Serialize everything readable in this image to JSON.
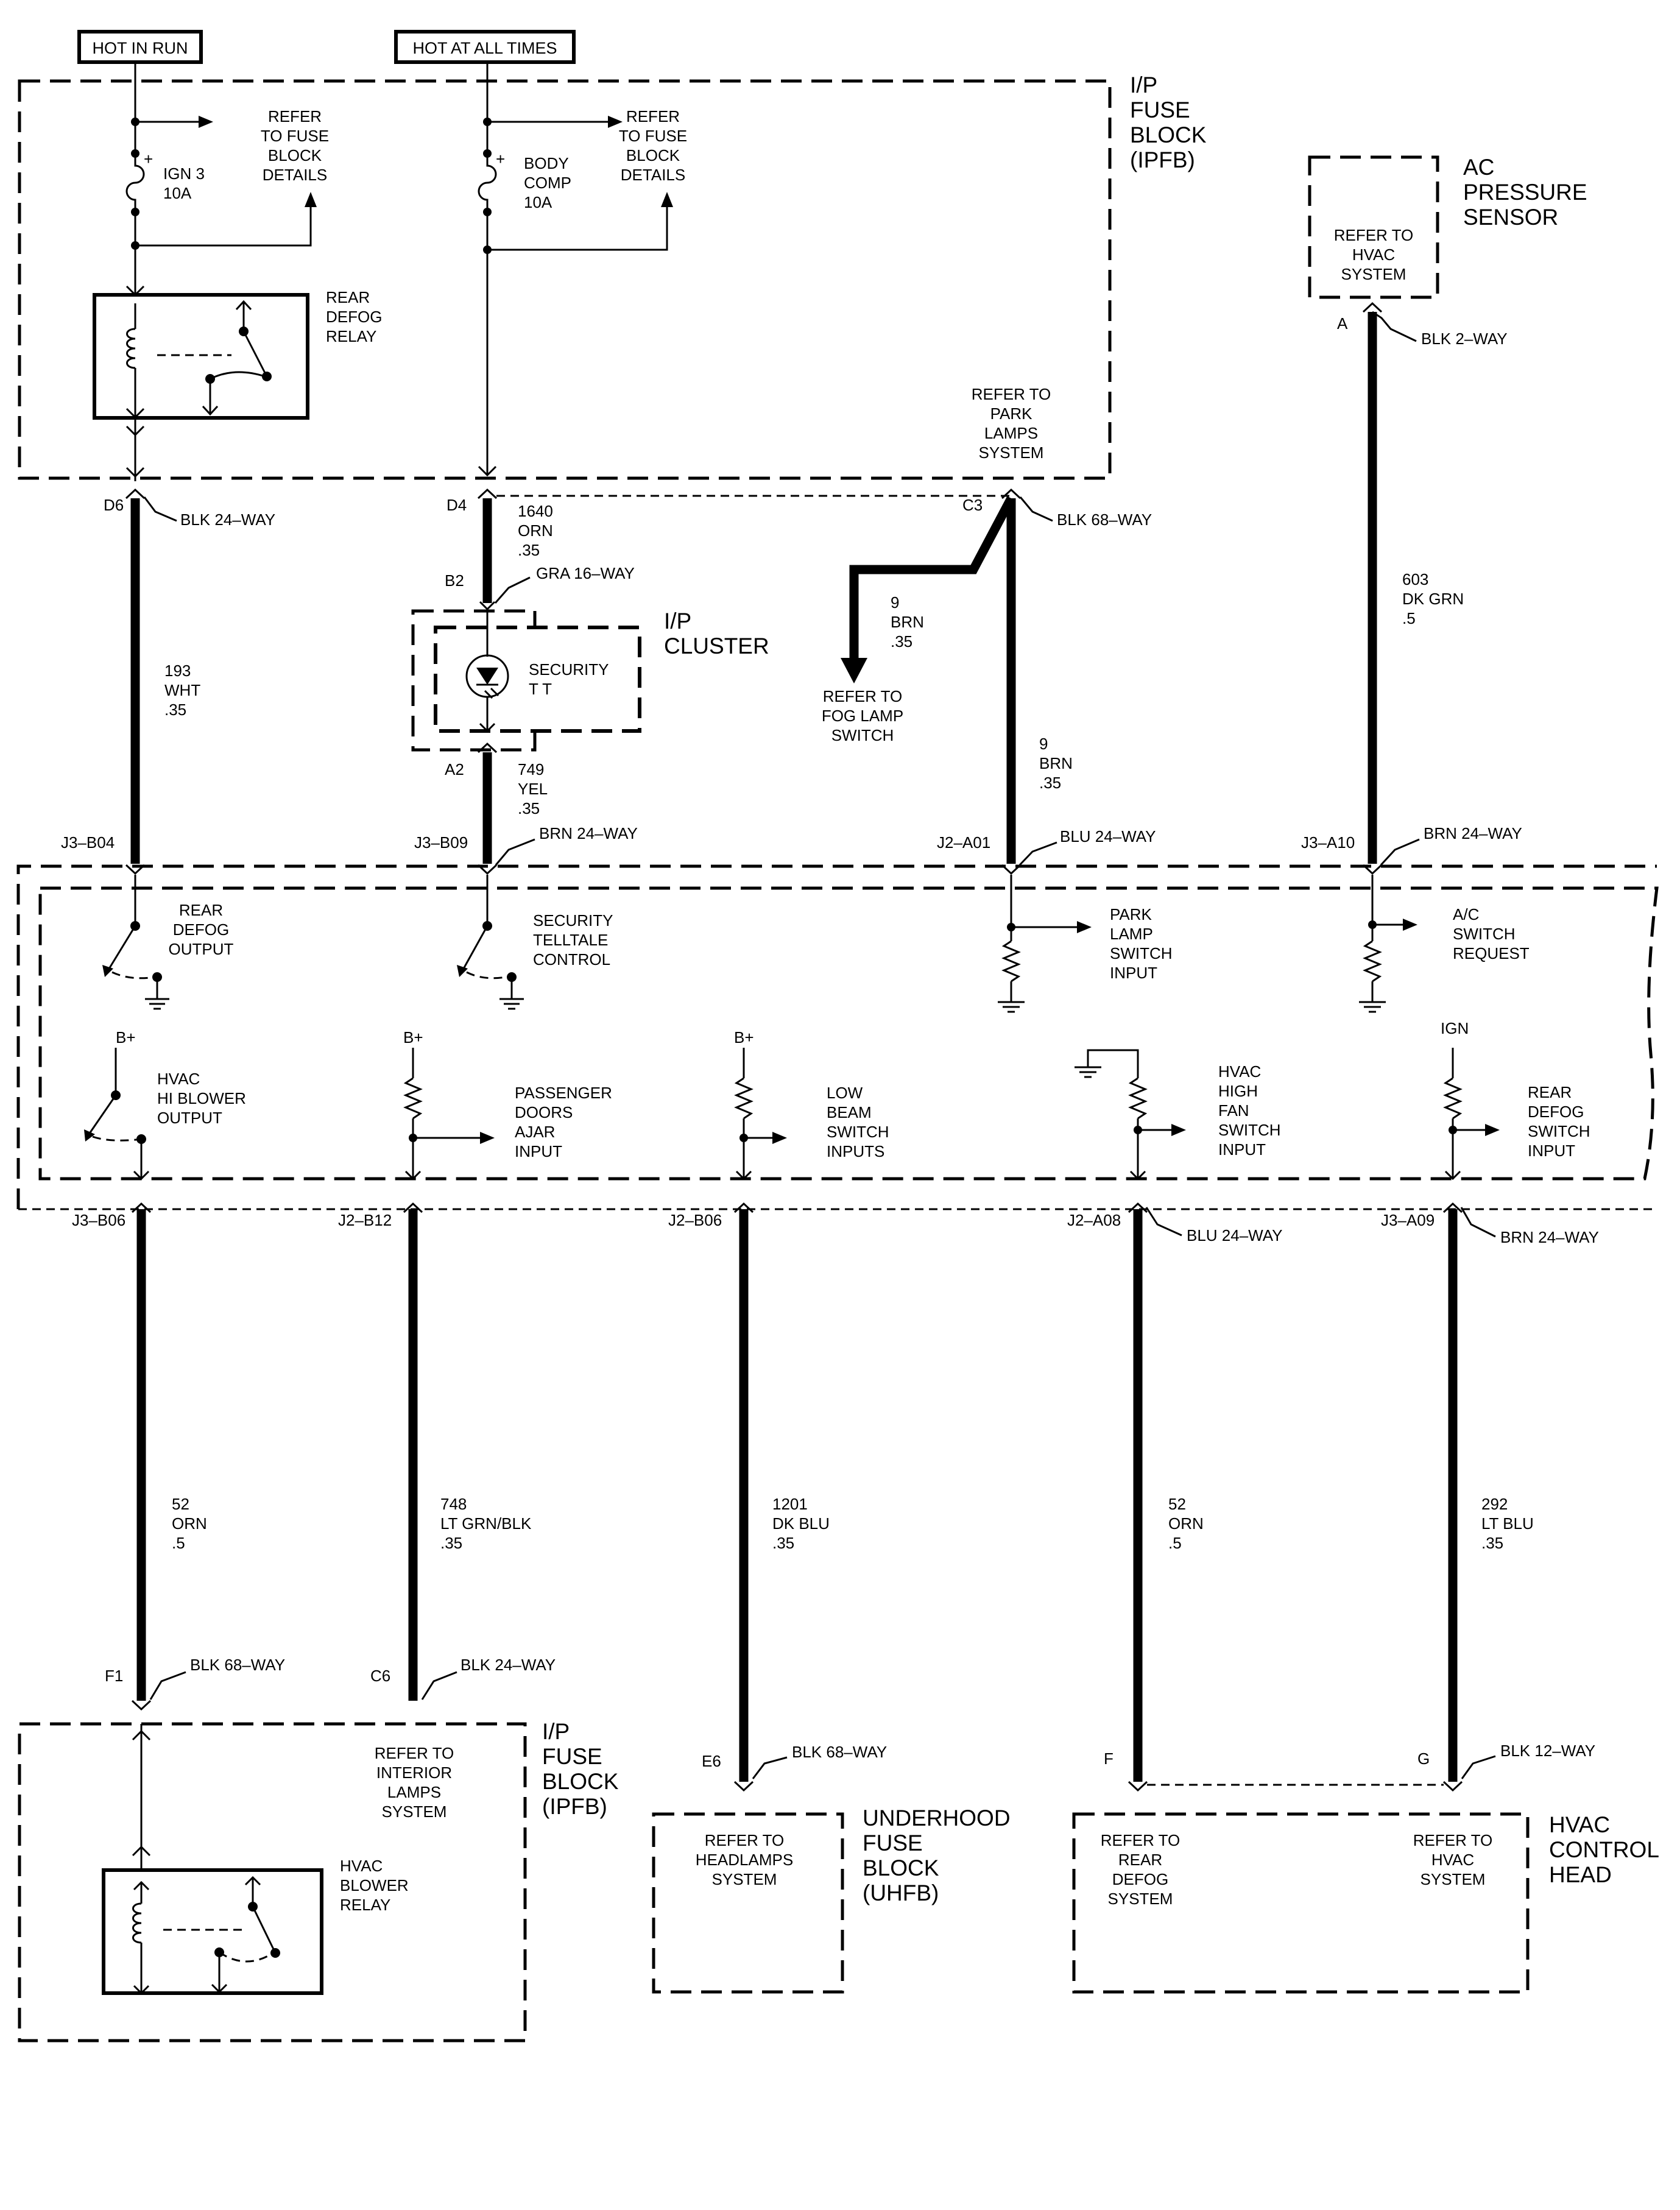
{
  "headers": {
    "hot_in_run": "HOT IN RUN",
    "hot_at_all_times": "HOT AT ALL TIMES"
  },
  "ipfb_top": {
    "title": [
      "I/P",
      "FUSE",
      "BLOCK",
      "(IPFB)"
    ],
    "fuse1": [
      "IGN 3",
      "10A"
    ],
    "fuse2": [
      "BODY",
      "COMP",
      "10A"
    ],
    "refer_fuse_details_1": [
      "REFER",
      "TO FUSE",
      "BLOCK",
      "DETAILS"
    ],
    "refer_fuse_details_2": [
      "REFER",
      "TO FUSE",
      "BLOCK",
      "DETAILS"
    ],
    "rear_defog_relay": [
      "REAR",
      "DEFOG",
      "RELAY"
    ],
    "refer_park_lamps": [
      "REFER TO",
      "PARK",
      "LAMPS",
      "SYSTEM"
    ]
  },
  "ac_pressure_sensor": {
    "title": [
      "AC",
      "PRESSURE",
      "SENSOR"
    ],
    "refer": [
      "REFER TO",
      "HVAC",
      "SYSTEM"
    ],
    "pin": "A",
    "connector": "BLK 2–WAY"
  },
  "connectors_top": {
    "d6": "D6",
    "d6_conn": "BLK 24–WAY",
    "d4": "D4",
    "c3": "C3",
    "c3_conn": "BLK 68–WAY",
    "b2": "B2",
    "b2_conn": "GRA 16–WAY",
    "a2": "A2"
  },
  "wires_top": {
    "w193": [
      "193",
      "WHT",
      ".35"
    ],
    "w1640": [
      "1640",
      "ORN",
      ".35"
    ],
    "w749": [
      "749",
      "YEL",
      ".35"
    ],
    "w9_fog": [
      "9",
      "BRN",
      ".35"
    ],
    "w9": [
      "9",
      "BRN",
      ".35"
    ],
    "w603": [
      "603",
      "DK GRN",
      ".5"
    ]
  },
  "ip_cluster": {
    "title": [
      "I/P",
      "CLUSTER"
    ],
    "lamp": [
      "SECURITY",
      "T T"
    ]
  },
  "refer_fog": [
    "REFER TO",
    "FOG LAMP",
    "SWITCH"
  ],
  "bcm_pins_top": {
    "j3b04": "J3–B04",
    "j3b09": "J3–B09",
    "brn24": "BRN 24–WAY",
    "j2a01": "J2–A01",
    "blu24": "BLU 24–WAY",
    "j3a10": "J3–A10",
    "brn24b": "BRN 24–WAY"
  },
  "bcm": {
    "rear_defog_output": [
      "REAR",
      "DEFOG",
      "OUTPUT"
    ],
    "security_telltale": [
      "SECURITY",
      "TELLTALE",
      "CONTROL"
    ],
    "park_lamp_input": [
      "PARK",
      "LAMP",
      "SWITCH",
      "INPUT"
    ],
    "ac_switch_request": [
      "A/C",
      "SWITCH",
      "REQUEST"
    ],
    "bplus": "B+",
    "ign": "IGN",
    "hvac_hi_blower": [
      "HVAC",
      "HI BLOWER",
      "OUTPUT"
    ],
    "pass_doors": [
      "PASSENGER",
      "DOORS",
      "AJAR",
      "INPUT"
    ],
    "low_beam": [
      "LOW",
      "BEAM",
      "SWITCH",
      "INPUTS"
    ],
    "hvac_high_fan": [
      "HVAC",
      "HIGH",
      "FAN",
      "SWITCH",
      "INPUT"
    ],
    "rear_defog_switch": [
      "REAR",
      "DEFOG",
      "SWITCH",
      "INPUT"
    ]
  },
  "bcm_pins_bottom": {
    "j3b06": "J3–B06",
    "j2b12": "J2–B12",
    "j2b06": "J2–B06",
    "j2a08": "J2–A08",
    "blu24": "BLU 24–WAY",
    "j3a09": "J3–A09",
    "brn24": "BRN 24–WAY"
  },
  "wires_bottom": {
    "w52a": [
      "52",
      "ORN",
      ".5"
    ],
    "w748": [
      "748",
      "LT GRN/BLK",
      ".35"
    ],
    "w1201": [
      "1201",
      "DK BLU",
      ".35"
    ],
    "w52b": [
      "52",
      "ORN",
      ".5"
    ],
    "w292": [
      "292",
      "LT BLU",
      ".35"
    ]
  },
  "connectors_bottom": {
    "f1": "F1",
    "f1_conn": "BLK 68–WAY",
    "c6": "C6",
    "c6_conn": "BLK 24–WAY",
    "e6": "E6",
    "e6_conn": "BLK 68–WAY",
    "f": "F",
    "g": "G",
    "g_conn": "BLK 12–WAY"
  },
  "ipfb_bottom": {
    "title": [
      "I/P",
      "FUSE",
      "BLOCK",
      "(IPFB)"
    ],
    "refer_interior": [
      "REFER TO",
      "INTERIOR",
      "LAMPS",
      "SYSTEM"
    ],
    "hvac_blower_relay": [
      "HVAC",
      "BLOWER",
      "RELAY"
    ]
  },
  "uhfb": {
    "title": [
      "UNDERHOOD",
      "FUSE",
      "BLOCK",
      "(UHFB)"
    ],
    "refer": [
      "REFER TO",
      "HEADLAMPS",
      "SYSTEM"
    ]
  },
  "hvac_head": {
    "title": [
      "HVAC",
      "CONTROL",
      "HEAD"
    ],
    "refer_defog": [
      "REFER TO",
      "REAR",
      "DEFOG",
      "SYSTEM"
    ],
    "refer_hvac": [
      "REFER TO",
      "HVAC",
      "SYSTEM"
    ]
  }
}
